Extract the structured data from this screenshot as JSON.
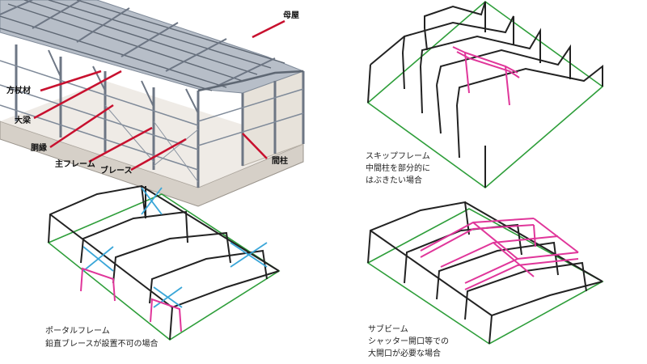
{
  "labels": {
    "moya": "母屋",
    "hozue": "方杖材",
    "ohari": "大梁",
    "dobuchi": "胴縁",
    "main_frame": "主フレーム",
    "brace": "ブレース",
    "mabashira": "間柱"
  },
  "captions": {
    "skip": [
      "スキップフレーム",
      "中間柱を部分的に",
      "はぶきたい場合"
    ],
    "portal": [
      "ポータルフレーム",
      "鉛直ブレースが設置不可の場合"
    ],
    "subbeam": [
      "サブビーム",
      "シャッター開口等での",
      "大開口が必要な場合"
    ]
  },
  "colors": {
    "frame": "#222222",
    "ground": "#2e9e3a",
    "brace": "#3aa6d8",
    "highlight": "#e0369a",
    "leader": "#c8102e",
    "structure": "#7f8a99"
  }
}
